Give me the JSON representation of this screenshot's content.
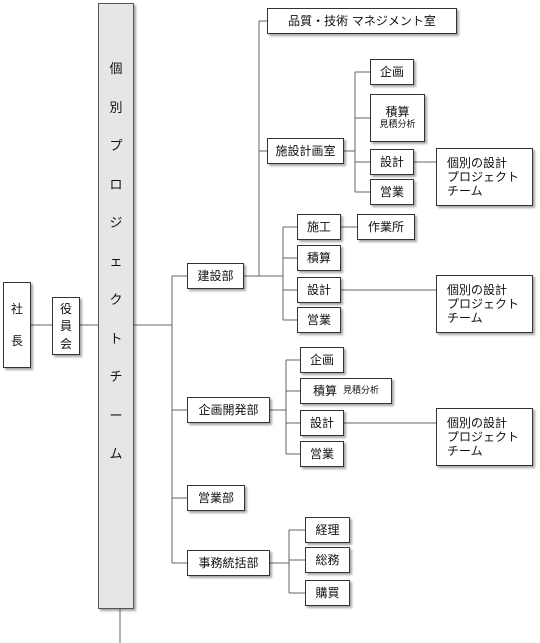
{
  "president": {
    "chars": [
      "社",
      "長"
    ]
  },
  "board": {
    "chars": [
      "役",
      "員",
      "会"
    ]
  },
  "project_team": {
    "chars": [
      "個",
      "別",
      "プ",
      "ロ",
      "ジ",
      "ェ",
      "ク",
      "ト",
      "チ",
      "ー",
      "ム"
    ]
  },
  "construction": {
    "qm_office": "品質・技術 マネジメント室",
    "facility_office": "施設計画室",
    "facility_planning": "企画",
    "facility_estimate": "積算",
    "facility_estimate_sub": "見積分析",
    "facility_design": "設計",
    "facility_sales": "営業",
    "facility_team": [
      "個別の設計",
      "プロジェクト",
      "チーム"
    ],
    "dept": "建設部",
    "works": "施工",
    "site_office": "作業所",
    "estimate": "積算",
    "design": "設計",
    "sales": "営業",
    "team": [
      "個別の設計",
      "プロジェクト",
      "チーム"
    ]
  },
  "planning_dev": {
    "dept": "企画開発部",
    "planning": "企画",
    "estimate": "積算",
    "estimate_sub": "見積分析",
    "design": "設計",
    "sales": "営業",
    "team": [
      "個別の設計",
      "プロジェクト",
      "チーム"
    ]
  },
  "sales_dept": {
    "dept": "営業部"
  },
  "admin": {
    "dept": "事務統括部",
    "accounting": "経理",
    "general_affairs": "総務",
    "purchasing": "購買"
  }
}
